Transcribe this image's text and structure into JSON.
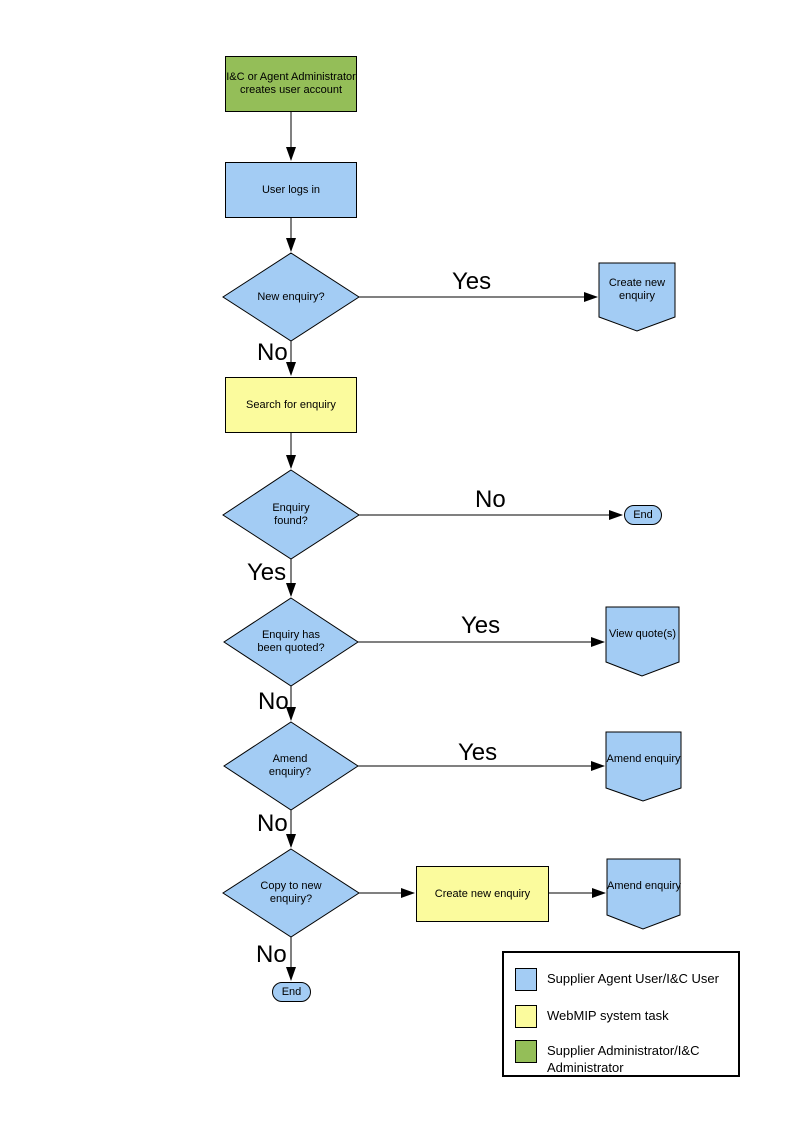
{
  "colors": {
    "user_blue": "#a3ccf4",
    "system_yellow": "#fbfb9d",
    "admin_green": "#94be58",
    "line_black": "#000000"
  },
  "nodes": {
    "create_account": "I&C or Agent Administrator\ncreates user account",
    "user_logs_in": "User logs in",
    "new_enquiry_q": "New enquiry?",
    "create_new_enquiry": "Create new\nenquiry",
    "search_for_enquiry": "Search for enquiry",
    "enquiry_found_q": "Enquiry\nfound?",
    "end_top": "End",
    "enquiry_quoted_q": "Enquiry has\nbeen quoted?",
    "view_quotes": "View quote(s)",
    "amend_enquiry_q": "Amend\nenquiry?",
    "amend_enquiry": "Amend enquiry",
    "copy_to_new_q": "Copy to new\nenquiry?",
    "create_new_enquiry_task": "Create new enquiry",
    "amend_enquiry_2": "Amend enquiry",
    "end_bottom": "End"
  },
  "edges": {
    "yes_new_enquiry": "Yes",
    "no_new_enquiry": "No",
    "no_enquiry_found": "No",
    "yes_enquiry_found": "Yes",
    "yes_quoted": "Yes",
    "no_quoted": "No",
    "yes_amend": "Yes",
    "no_amend": "No",
    "no_copy": "No"
  },
  "legend": {
    "items": [
      {
        "color": "#a3ccf4",
        "label": "Supplier Agent User/I&C User"
      },
      {
        "color": "#fbfb9d",
        "label": "WebMIP system task"
      },
      {
        "color": "#94be58",
        "label": "Supplier Administrator/I&C\nAdministrator"
      }
    ]
  }
}
